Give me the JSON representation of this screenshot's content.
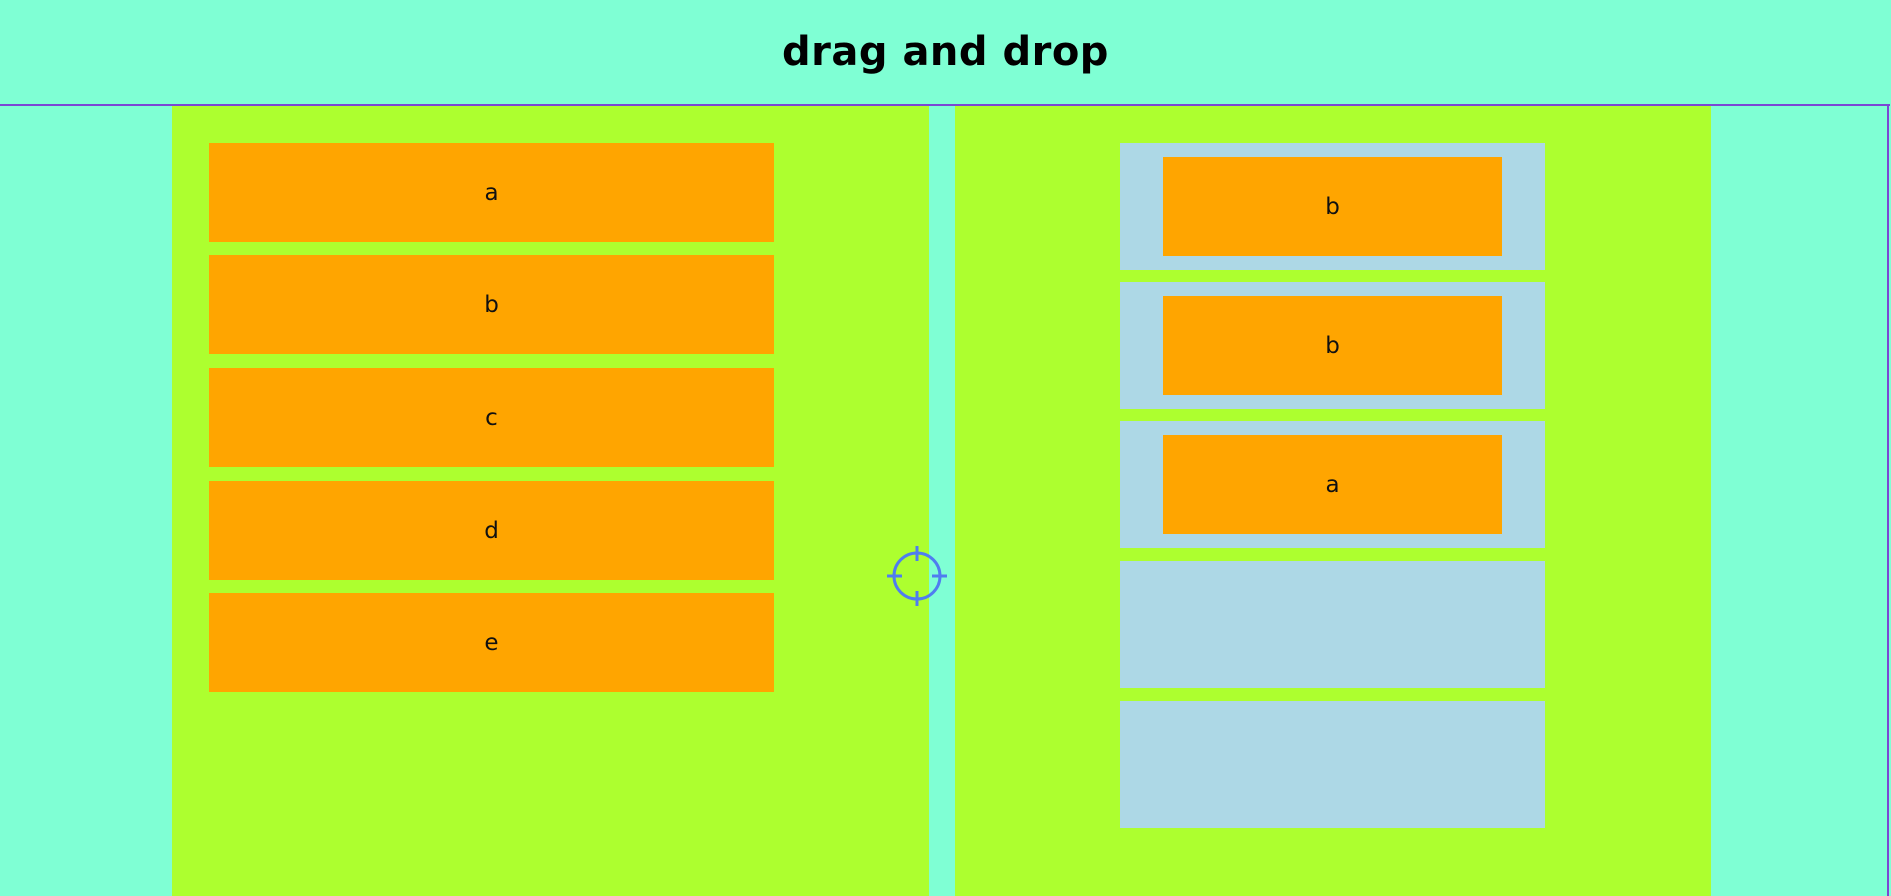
{
  "header": {
    "title": "drag and drop"
  },
  "source_list": {
    "items": [
      "a",
      "b",
      "c",
      "d",
      "e"
    ]
  },
  "target_list": {
    "slots": [
      {
        "item": "b"
      },
      {
        "item": "b"
      },
      {
        "item": "a"
      },
      {
        "item": null
      },
      {
        "item": null
      }
    ]
  },
  "colors": {
    "background": "#7fffd4",
    "panel": "#adff2f",
    "item": "#ffa500",
    "slot": "#add8e6",
    "border": "#7b46d4",
    "cursor": "#4f7df0"
  },
  "icons": {
    "cursor": "crosshair-icon"
  }
}
